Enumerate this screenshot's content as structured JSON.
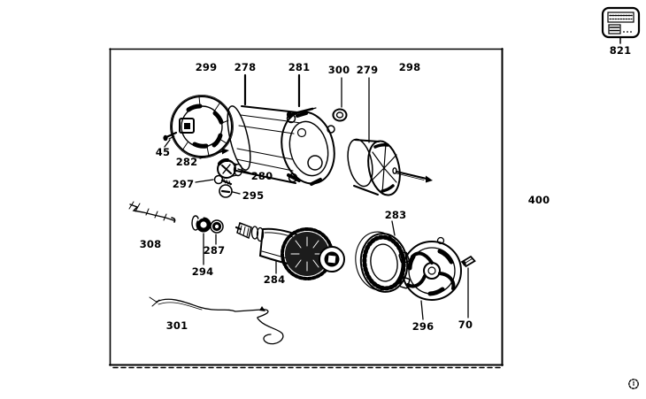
{
  "page": {
    "colors": {
      "ink": "#000000",
      "paper": "#ffffff"
    }
  },
  "diagram": {
    "kind": "exploded parts diagram (motor assembly)",
    "labels": {
      "p299": "299",
      "p278": "278",
      "p281": "281",
      "p300": "300",
      "p279": "279",
      "p298": "298",
      "p45": "45",
      "p282": "282",
      "p297": "297",
      "p280": "280",
      "p295": "295",
      "p308": "308",
      "p287": "287",
      "p294": "294",
      "p284": "284",
      "p283": "283",
      "p296": "296",
      "p70": "70",
      "p301": "301",
      "p400": "400",
      "p821": "821"
    },
    "icons": {
      "callout_821": "nameplate-icon",
      "bottom_right": "copyright-icon"
    }
  }
}
